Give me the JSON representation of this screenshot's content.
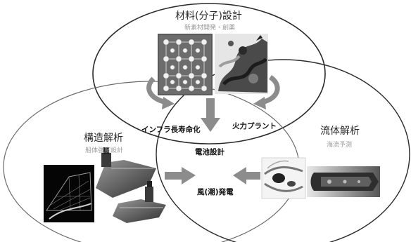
{
  "circles": {
    "top": {
      "title": "材料(分子)設計",
      "subtitle": "新素材開発・創薬"
    },
    "left": {
      "title": "構造解析",
      "subtitle": "船体強度設計"
    },
    "right": {
      "title": "流体解析",
      "subtitle": "海流予測"
    }
  },
  "overlaps": {
    "top_left": "インフラ長寿命化",
    "top_right": "火力プラント",
    "center": "電池設計",
    "left_right": "風(潮)発電"
  },
  "colors": {
    "circle_stroke": "#2a2a2a",
    "arrow_fill": "#8c8c8c",
    "text_dark": "#222222",
    "text_sub": "#9a9a9a"
  }
}
